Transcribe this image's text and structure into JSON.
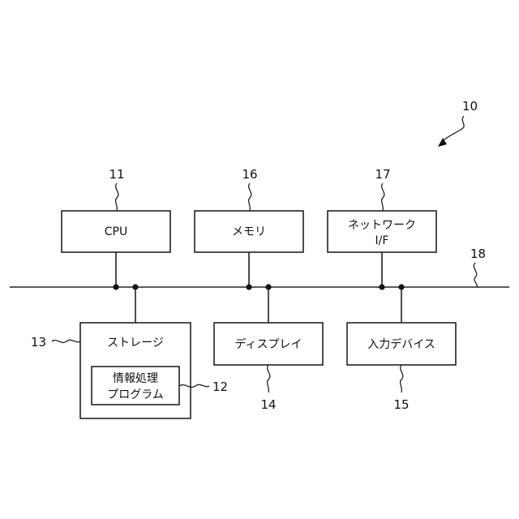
{
  "diagram": {
    "system_ref": "10",
    "bus_ref": "18",
    "blocks": {
      "cpu": {
        "label": "CPU",
        "ref": "11"
      },
      "memory": {
        "label": "メモリ",
        "ref": "16"
      },
      "network": {
        "label_line1": "ネットワーク",
        "label_line2": "I/F",
        "ref": "17"
      },
      "storage": {
        "label": "ストレージ",
        "ref": "13"
      },
      "program": {
        "label_line1": "情報処理",
        "label_line2": "プログラム",
        "ref": "12"
      },
      "display": {
        "label": "ディスプレイ",
        "ref": "14"
      },
      "input": {
        "label": "入力デバイス",
        "ref": "15"
      }
    }
  }
}
